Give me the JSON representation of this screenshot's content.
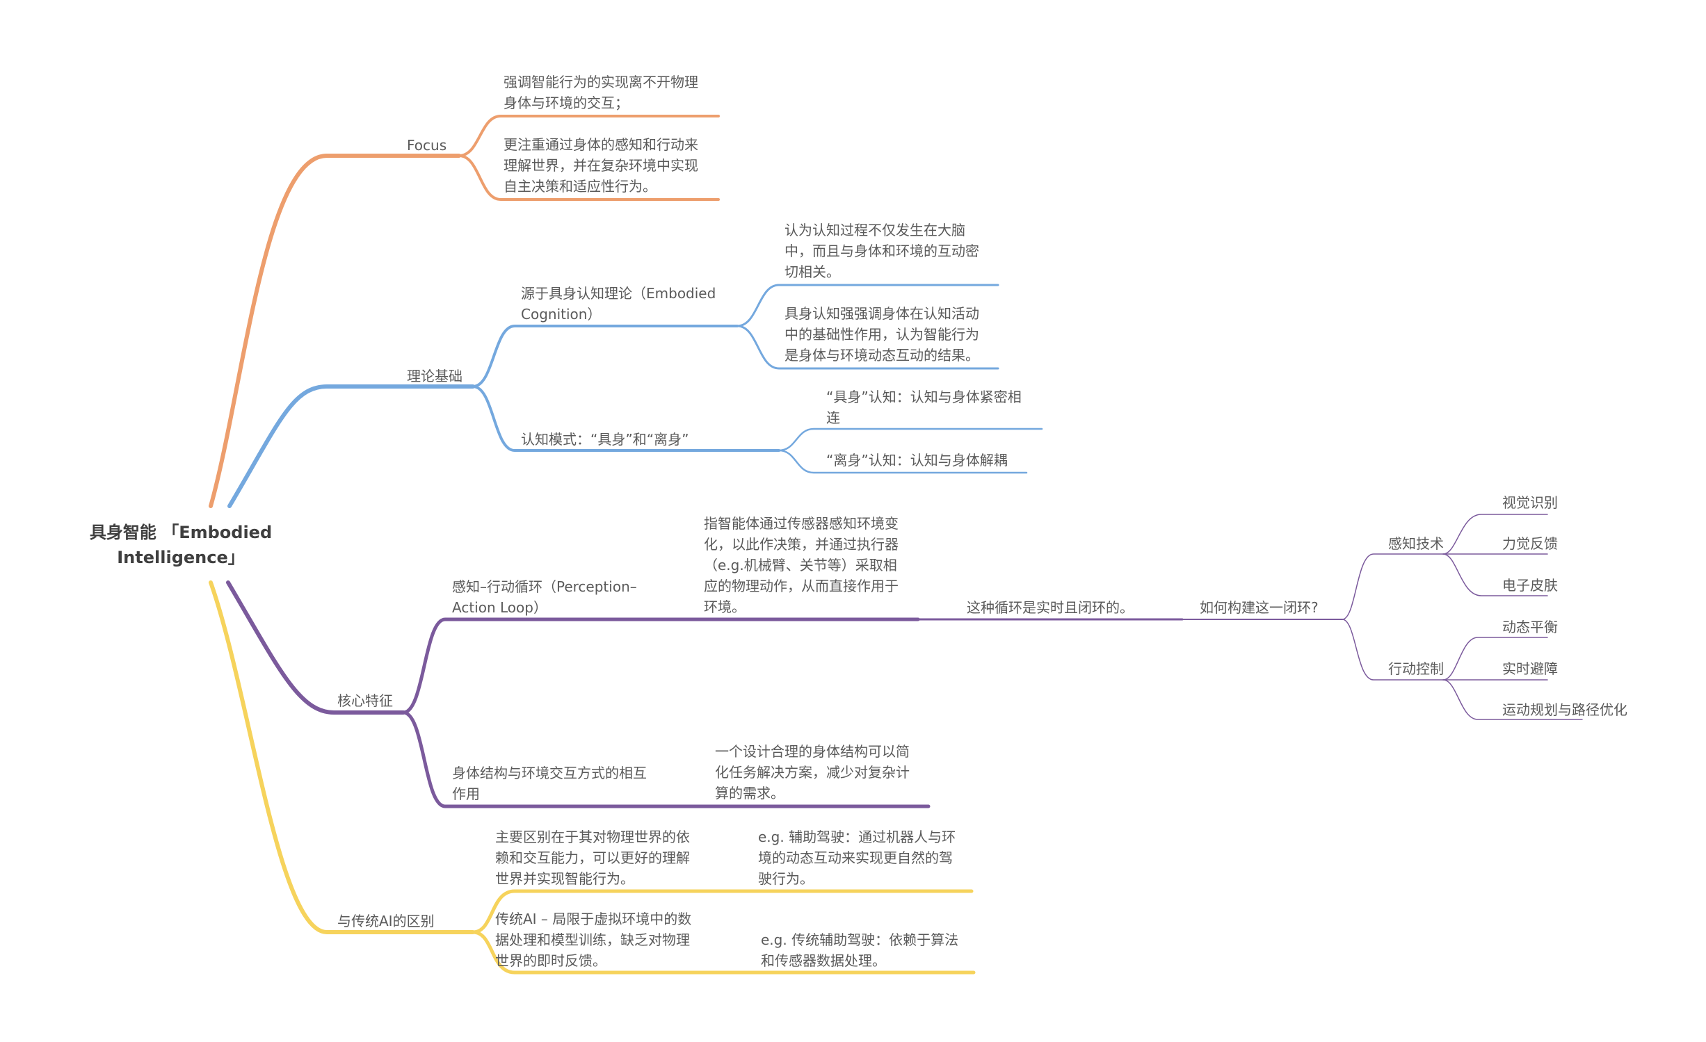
{
  "colors": {
    "orange": "#ED9E6D",
    "blue": "#74A8DE",
    "purple": "#7B5A9C",
    "yellow": "#F6D35C",
    "text": "#5a5a5a"
  },
  "root": {
    "label": "具身智能 「Embodied\nIntelligence」"
  },
  "branches": {
    "focus": {
      "label": "Focus",
      "children": [
        "强调智能行为的实现离不开物理\n身体与环境的交互；",
        "更注重通过身体的感知和行动来\n理解世界，并在复杂环境中实现\n自主决策和适应性行为。"
      ]
    },
    "theory": {
      "label": "理论基础",
      "source": {
        "label": "源于具身认知理论（Embodied\nCognition）",
        "children": [
          "认为认知过程不仅发生在大脑\n中，而且与身体和环境的互动密\n切相关。",
          "具身认知强强调身体在认知活动\n中的基础性作用，认为智能行为\n是身体与环境动态互动的结果。"
        ]
      },
      "mode": {
        "label": "认知模式：“具身”和“离身”",
        "children": [
          "“具身”认知：认知与身体紧密相\n连",
          "“离身”认知：认知与身体解耦"
        ]
      }
    },
    "core": {
      "label": "核心特征",
      "loop": {
        "label": "感知–行动循环（Perception–\nAction Loop）",
        "desc": "指智能体通过传感器感知环境变\n化，以此作决策，并通过执行器\n（e.g.机械臂、关节等）采取相\n应的物理动作，从而直接作用于\n环境。",
        "realtime": "这种循环是实时且闭环的。",
        "how": "如何构建这一闭环?",
        "perception": {
          "label": "感知技术",
          "children": [
            "视觉识别",
            "力觉反馈",
            "电子皮肤"
          ]
        },
        "control": {
          "label": "行动控制",
          "children": [
            "动态平衡",
            "实时避障",
            "运动规划与路径优化"
          ]
        }
      },
      "body": {
        "label": "身体结构与环境交互方式的相互\n作用",
        "desc": "一个设计合理的身体结构可以简\n化任务解决方案，减少对复杂计\n算的需求。"
      }
    },
    "diff": {
      "label": "与传统AI的区别",
      "main": {
        "label": "主要区别在于其对物理世界的依\n赖和交互能力，可以更好的理解\n世界并实现智能行为。",
        "example": "e.g. 辅助驾驶：通过机器人与环\n境的动态互动来实现更自然的驾\n驶行为。"
      },
      "traditional": {
        "label": "传统AI – 局限于虚拟环境中的数\n据处理和模型训练，缺乏对物理\n世界的即时反馈。",
        "example": "e.g. 传统辅助驾驶：依赖于算法\n和传感器数据处理。"
      }
    }
  }
}
